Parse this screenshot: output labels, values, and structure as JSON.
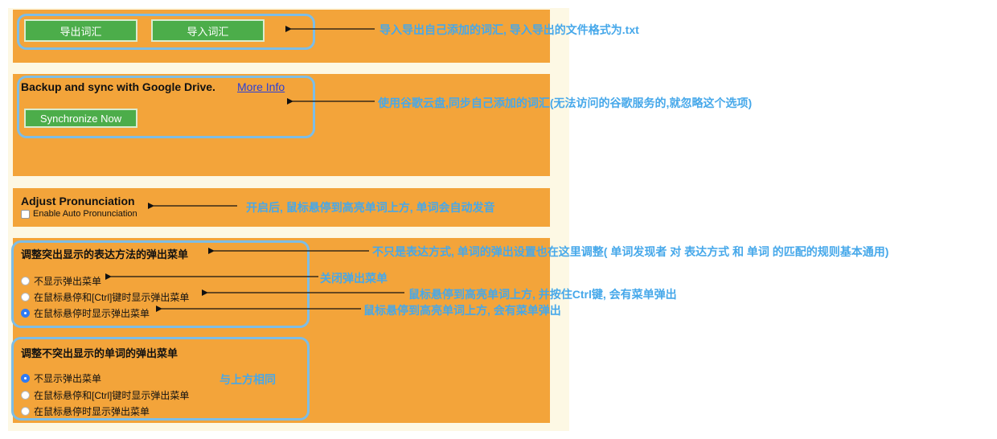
{
  "wordlist": {
    "export_label": "导出词汇",
    "import_label": "导入词汇"
  },
  "sync": {
    "heading": "Backup and sync with Google Drive.",
    "more_info": "More Info",
    "sync_button": "Synchronize Now"
  },
  "pronunciation": {
    "heading": "Adjust Pronunciation",
    "checkbox_label": "Enable Auto Pronunciation",
    "checked": false
  },
  "popup_highlighted": {
    "heading": "调整突出显示的表达方法的弹出菜单",
    "options": [
      {
        "label": "不显示弹出菜单",
        "selected": false
      },
      {
        "label": "在鼠标悬停和[Ctrl]键时显示弹出菜单",
        "selected": false
      },
      {
        "label": "在鼠标悬停时显示弹出菜单",
        "selected": true
      }
    ]
  },
  "popup_not_highlighted": {
    "heading": "调整不突出显示的单词的弹出菜单",
    "options": [
      {
        "label": "不显示弹出菜单",
        "selected": true
      },
      {
        "label": "在鼠标悬停和[Ctrl]键时显示弹出菜单",
        "selected": false
      },
      {
        "label": "在鼠标悬停时显示弹出菜单",
        "selected": false
      }
    ]
  },
  "annotations": {
    "import_export": "导入导出自己添加的词汇, 导入导出的文件格式为.txt",
    "google_drive": "使用谷歌云盘,同步自己添加的词汇(无法访问的谷歌服务的,就忽略这个选项)",
    "pronunciation": "开启后, 鼠标悬停到高亮单词上方, 单词会自动发音",
    "popup_intro": "不只是表达方式, 单词的弹出设置也在这里调整( 单词发现者 对 表达方式 和 单词 的匹配的规则基本通用)",
    "popup_off": "关闭弹出菜单",
    "popup_ctrl": "鼠标悬停到高亮单词上方, 并按住Ctrl键, 会有菜单弹出",
    "popup_hover": "鼠标悬停到高亮单词上方, 会有菜单弹出",
    "same_as_above": "与上方相同"
  },
  "colors": {
    "panel": "#f3a43a",
    "button": "#4cad4a",
    "highlight": "#7dbde6",
    "annotation": "#46a8ea",
    "link": "#2a3fd8",
    "radio_selected": "#2f7bf5"
  }
}
